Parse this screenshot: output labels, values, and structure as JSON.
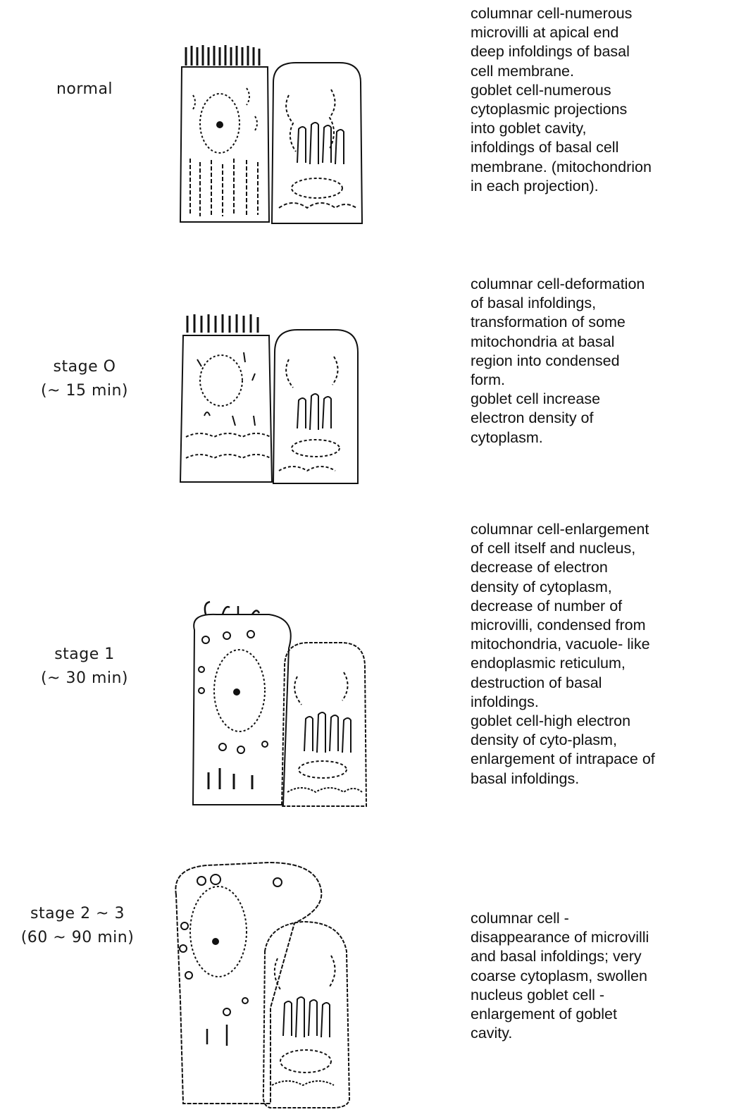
{
  "stages": [
    {
      "label_lines": [
        "normal"
      ],
      "description": "columnar cell-numerous\nmicrovilli at apical end\ndeep infoldings of basal\ncell membrane.\ngoblet cell-numerous\ncytoplasmic projections\ninto goblet cavity,\ninfoldings of basal cell\nmembrane. (mitochondrion\nin each projection)."
    },
    {
      "label_lines": [
        "stage O",
        "(~ 15 min)"
      ],
      "description": "columnar cell-deformation\nof basal infoldings,\ntransformation of some\nmitochondria at basal\nregion into condensed\nform.\ngoblet cell increase\nelectron density of\ncytoplasm."
    },
    {
      "label_lines": [
        "stage 1",
        "(~ 30 min)"
      ],
      "description": "columnar cell-enlargement\nof cell itself and nucleus,\ndecrease of electron\ndensity of cytoplasm,\ndecrease of number of\nmicrovilli, condensed from\nmitochondria, vacuole- like\nendoplasmic reticulum,\ndestruction of basal\ninfoldings.\ngoblet cell-high electron\ndensity of cyto-plasm,\nenlargement of intrapace of\nbasal infoldings."
    },
    {
      "label_lines": [
        "stage 2 ~ 3",
        "(60 ~ 90 min)"
      ],
      "description": "columnar cell -\ndisappearance of microvilli\nand basal infoldings; very\ncoarse cytoplasm, swollen\nnucleus goblet cell -\nenlargement of goblet\ncavity."
    }
  ]
}
